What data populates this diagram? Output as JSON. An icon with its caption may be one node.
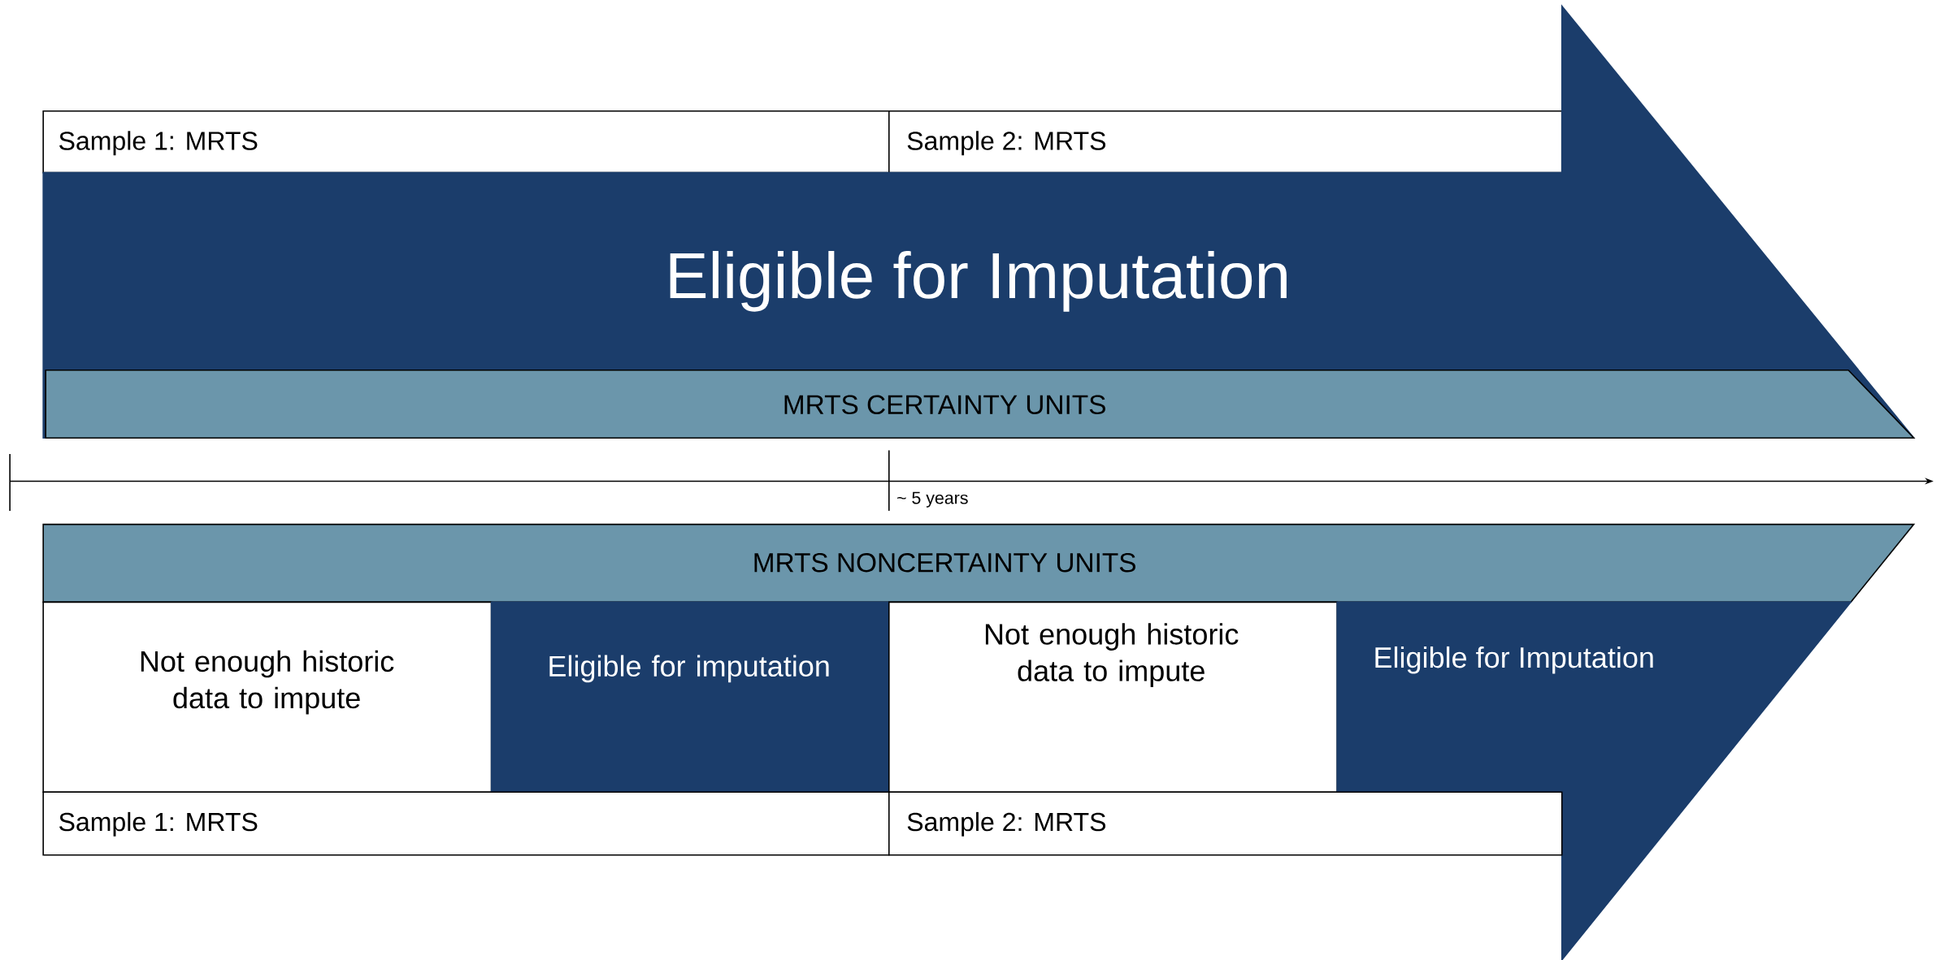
{
  "diagram": {
    "nodes": [
      {
        "text": [
          "Sample 1: MRTS"
        ]
      },
      {
        "text": [
          "Sample 2: MRTS"
        ]
      },
      {
        "text": [
          "Eligible for Imputation"
        ]
      },
      {
        "text": [
          "MRTS CERTAINTY UNITS"
        ],
        "in": 2
      },
      {
        "text": [
          "MRTS NONCERTAINTY UNITS"
        ]
      },
      {
        "text": [
          "Not enough historic data to impute"
        ]
      },
      {
        "text": [
          "Eligible for imputation"
        ]
      },
      {
        "text": [
          "Not enough historic data to impute"
        ]
      },
      {
        "text": [
          "Eligible for Imputation"
        ]
      },
      {
        "text": [
          "Sample 1: MRTS"
        ]
      },
      {
        "text": [
          "Sample 2: MRTS"
        ]
      }
    ],
    "edges": [],
    "labels": [
      "~ 5 years"
    ]
  }
}
